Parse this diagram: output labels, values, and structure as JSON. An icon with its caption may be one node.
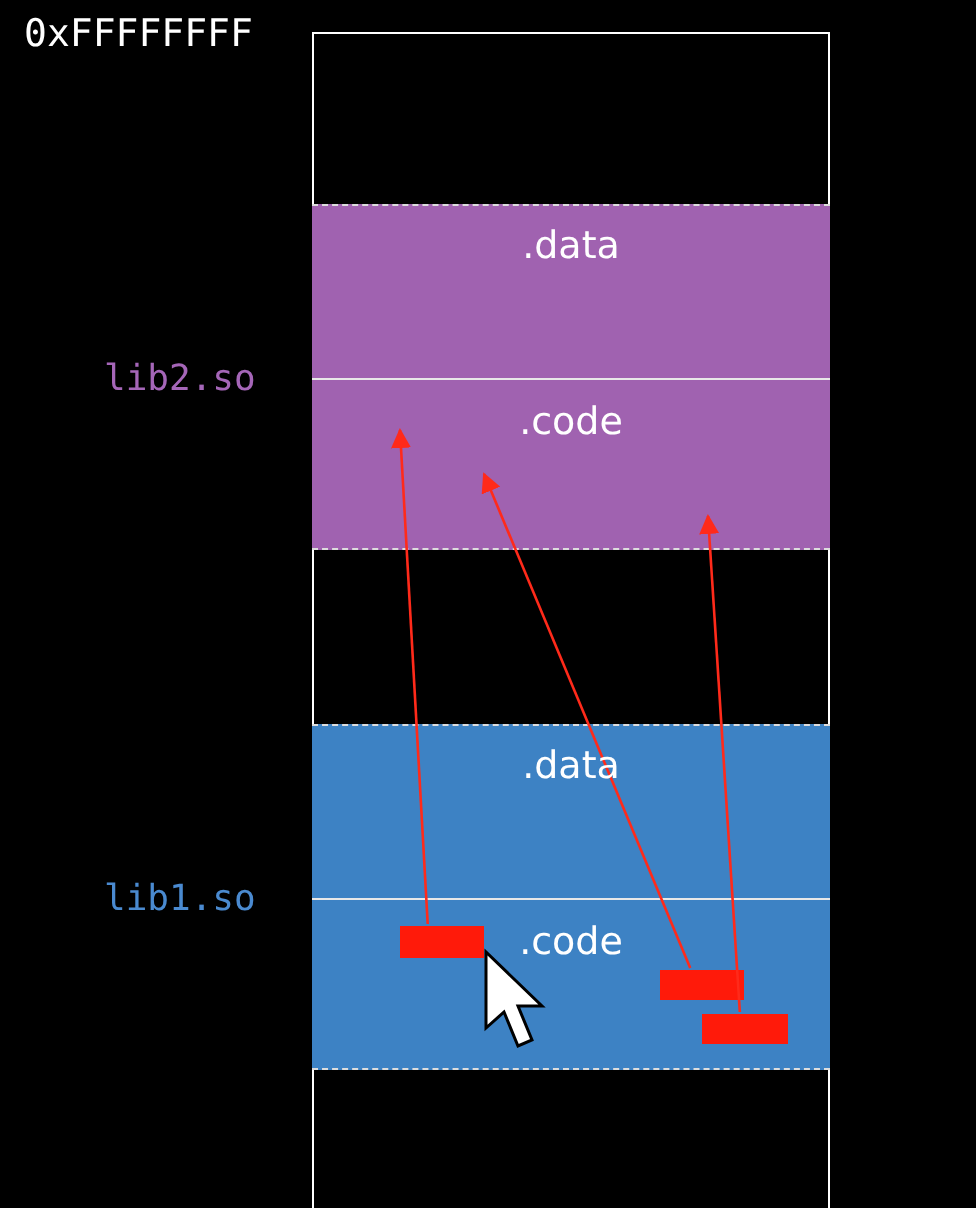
{
  "diagram": {
    "nodes": [
      {
        "text": [
          "lib2.so"
        ]
      },
      {
        "text": [
          ".data"
        ],
        "in": 0
      },
      {
        "text": [
          ".code"
        ],
        "in": 0
      },
      {
        "text": [
          "lib1.so"
        ]
      },
      {
        "text": [
          ".data"
        ],
        "in": 3
      },
      {
        "text": [
          ".code"
        ],
        "in": 3
      },
      {
        "text": [],
        "shape": "bar",
        "in": 5
      },
      {
        "text": [],
        "shape": "bar",
        "in": 5
      },
      {
        "text": [],
        "shape": "bar",
        "in": 5
      }
    ],
    "edges": [
      {
        "from": 6,
        "to": 2,
        "arrow": "to"
      },
      {
        "from": 7,
        "to": 2,
        "arrow": "to"
      },
      {
        "from": 8,
        "to": 2,
        "arrow": "to"
      }
    ],
    "labels": [
      "0xFFFFFFFF"
    ]
  }
}
